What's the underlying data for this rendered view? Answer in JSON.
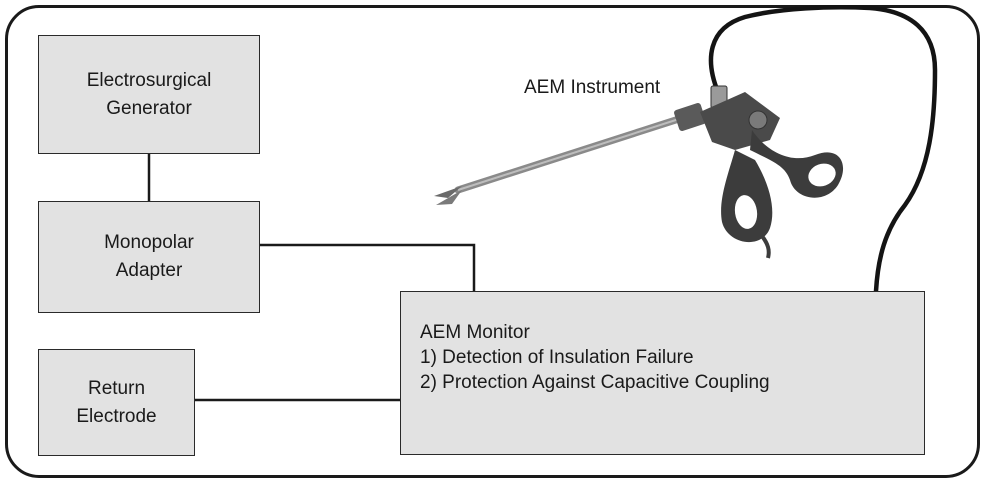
{
  "diagram": {
    "instrument_label": "AEM Instrument",
    "boxes": {
      "generator": {
        "line1": "Electrosurgical",
        "line2": "Generator"
      },
      "adapter": {
        "line1": "Monopolar",
        "line2": "Adapter"
      },
      "return_electrode": {
        "line1": "Return",
        "line2": "Electrode"
      },
      "monitor": {
        "title": "AEM Monitor",
        "item1": "1)  Detection of Insulation Failure",
        "item2": "2)  Protection Against Capacitive Coupling"
      }
    }
  }
}
